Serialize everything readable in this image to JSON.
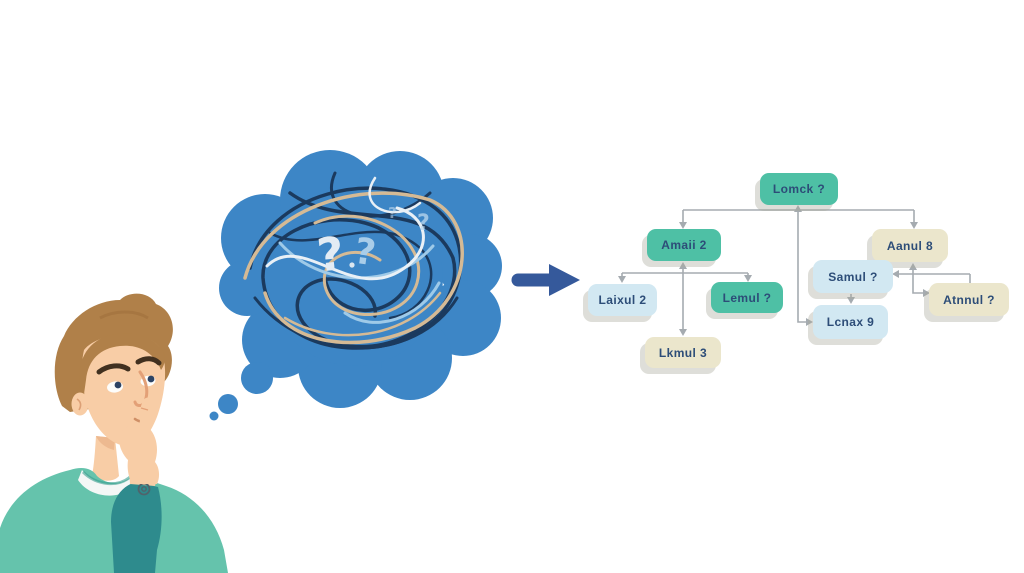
{
  "scene": {
    "background": "#ffffff"
  },
  "thought_cloud": {
    "question_1": "?",
    "question_2": "?",
    "ghost_question": "?",
    "cloud_color": "#3d86c6",
    "scribble_colors": {
      "navy": "#1b3a5e",
      "tan": "#d5ba95",
      "light_blue": "#9fcae8",
      "white": "#e9f0f6"
    }
  },
  "transform_arrow": {
    "color": "#35599b"
  },
  "person_palette": {
    "hair": "#b08049",
    "skin": "#f8cda6",
    "shirt": "#65c3ac",
    "sleeve": "#2e8b8d"
  },
  "flowchart": {
    "colors": {
      "green": "#4ec0a5",
      "cream": "#ebe6cc",
      "light_blue": "#d2e8f2",
      "label_text": "#2d4d78",
      "connector": "#a5abb0"
    },
    "nodes": [
      {
        "label": "Lomck ?",
        "style": "green"
      },
      {
        "label": "Amaii 2",
        "style": "green"
      },
      {
        "label": "Aanul 8",
        "style": "cream"
      },
      {
        "label": "Laixul 2",
        "style": "blue"
      },
      {
        "label": "Lemul ?",
        "style": "green"
      },
      {
        "label": "Samul ?",
        "style": "blue"
      },
      {
        "label": "Atnnul ?",
        "style": "cream"
      },
      {
        "label": "Lcnax 9",
        "style": "blue"
      },
      {
        "label": "Lkmul 3",
        "style": "cream"
      }
    ]
  }
}
